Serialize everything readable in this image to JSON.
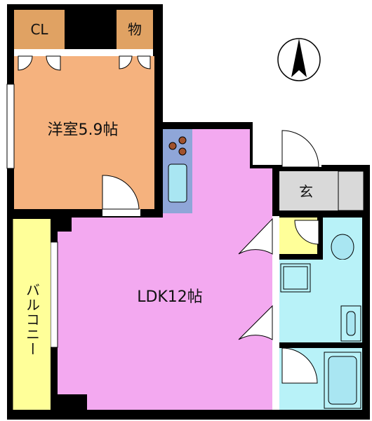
{
  "rooms": {
    "western_room": "洋室5.9帖",
    "ldk": "LDK12帖",
    "closet": "CL",
    "storage": "物",
    "entrance": "玄",
    "balcony": "バルコニー"
  },
  "colors": {
    "wall": "#000000",
    "western_room": "#f5b27e",
    "closet": "#e0a263",
    "ldk": "#f3a9f0",
    "kitchen_counter": "#8fa6d8",
    "sink": "#a9e6f2",
    "entrance": "#d9d9d9",
    "toilet_area": "#ffff99",
    "water_area": "#b8f2f8",
    "balcony": "#ffff99"
  },
  "icons": {
    "compass": "north-arrow-icon",
    "stove": "gas-burner-icon",
    "toilet": "toilet-icon",
    "bathtub": "bathtub-icon"
  }
}
